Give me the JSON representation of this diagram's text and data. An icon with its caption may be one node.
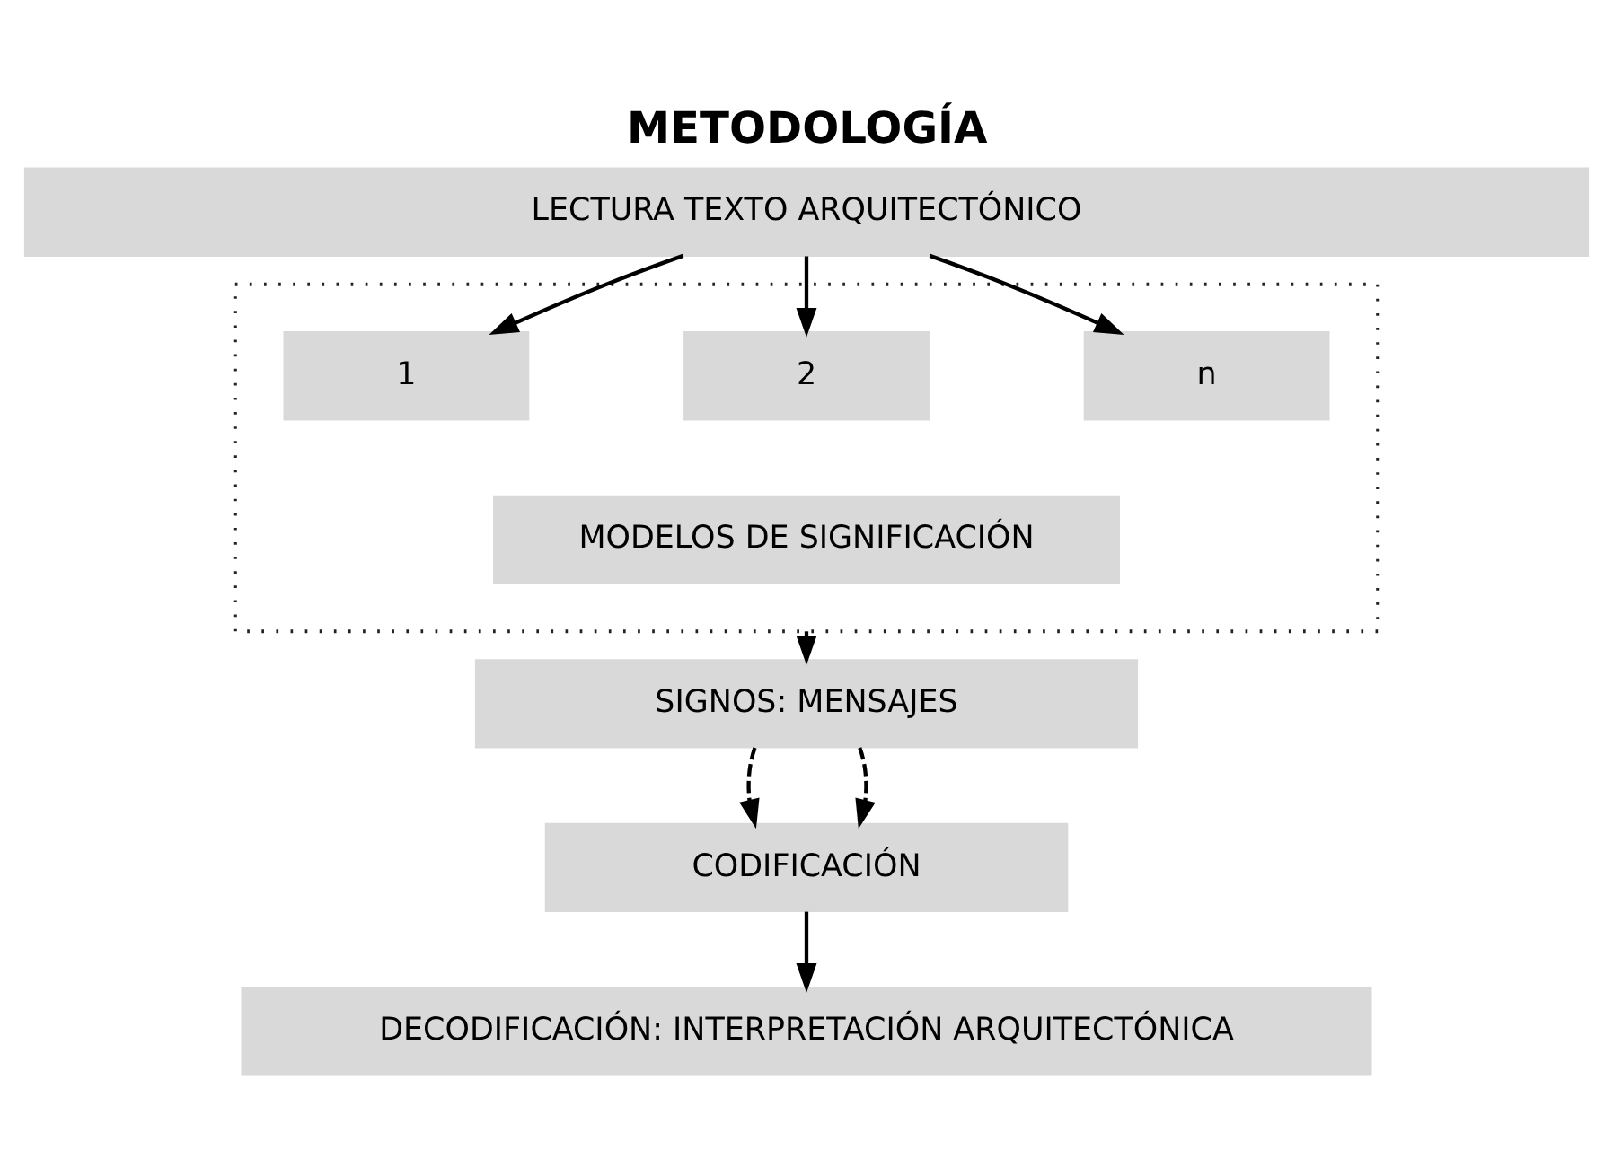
{
  "diagram": {
    "title": "METODOLOGÍA",
    "nodes": [
      {
        "text": [
          "LECTURA TEXTO ARQUITECTÓNICO"
        ]
      },
      {
        "text": [],
        "shape": "box"
      },
      {
        "text": [
          "1"
        ],
        "in": 1
      },
      {
        "text": [
          "2"
        ],
        "in": 1
      },
      {
        "text": [
          "n"
        ],
        "in": 1
      },
      {
        "text": [
          "MODELOS DE SIGNIFICACIÓN"
        ],
        "in": 1
      },
      {
        "text": [
          "SIGNOS: MENSAJES"
        ]
      },
      {
        "text": [
          "CODIFICACIÓN"
        ]
      },
      {
        "text": [
          "DECODIFICACIÓN: INTERPRETACIÓN ARQUITECTÓNICA"
        ]
      }
    ],
    "edges": [
      {
        "from": 0,
        "to": 2,
        "arrow": "to"
      },
      {
        "from": 0,
        "to": 3,
        "arrow": "to"
      },
      {
        "from": 0,
        "to": 4,
        "arrow": "to"
      },
      {
        "from": 1,
        "to": 6,
        "arrow": "to"
      },
      {
        "from": 6,
        "to": 7,
        "arrow": "to",
        "style": "dashed"
      },
      {
        "from": 6,
        "to": 7,
        "arrow": "to",
        "style": "dashed"
      },
      {
        "from": 7,
        "to": 8,
        "arrow": "to"
      }
    ]
  }
}
